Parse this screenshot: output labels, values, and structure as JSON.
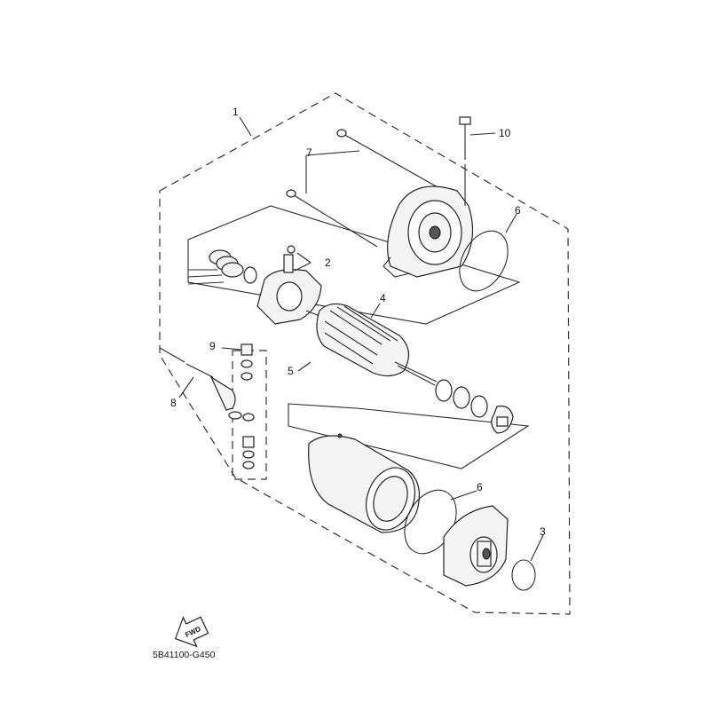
{
  "diagram": {
    "callouts": [
      "1",
      "2",
      "3",
      "4",
      "5",
      "6",
      "6",
      "7",
      "8",
      "9",
      "10"
    ],
    "fwd_label": "FWD",
    "diagram_code": "5B41100-G450"
  }
}
